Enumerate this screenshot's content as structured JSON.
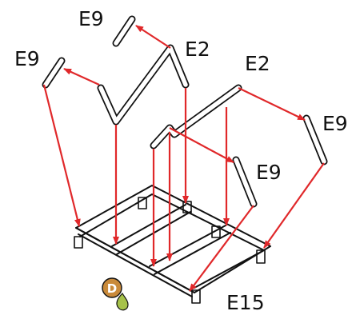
{
  "labels": {
    "e9_top": "E9",
    "e9_left": "E9",
    "e2_upper": "E2",
    "e2_right": "E2",
    "e9_far_right": "E9",
    "e9_mid_right": "E9",
    "e15": "E15"
  },
  "badge": {
    "letter": "D"
  },
  "colors": {
    "line": "#111111",
    "arrow": "#e0282a",
    "badge_fill": "#c98a3a",
    "drop_fill": "#a6c24a"
  }
}
